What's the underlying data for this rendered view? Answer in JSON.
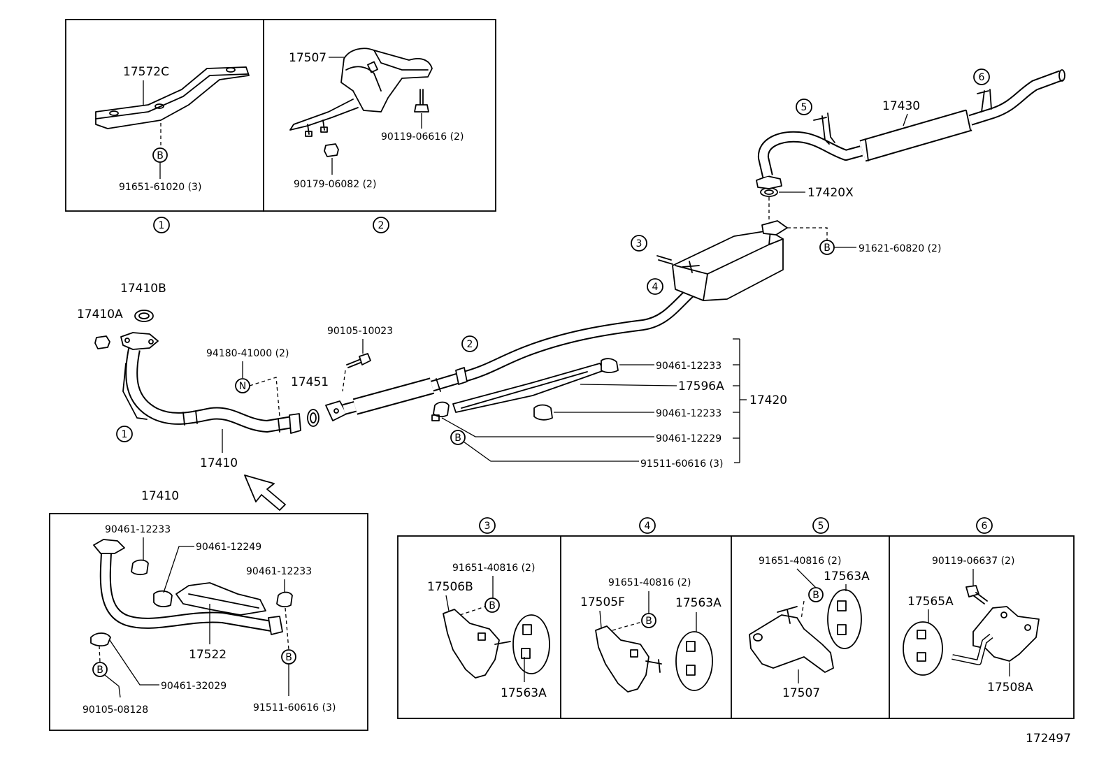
{
  "inset_1": {
    "index": "1",
    "part": "17572C",
    "symbol": "B",
    "fastener": "91651-61020 (3)"
  },
  "inset_2": {
    "index": "2",
    "part": "17507",
    "bolt": "90119-06616 (2)",
    "nut": "90179-06082 (2)"
  },
  "front": {
    "gasket": "17410B",
    "nut": "17410A",
    "bolt": "90105-10023",
    "spring": "94180-41000 (2)",
    "spring_symbol": "N",
    "gasket_2": "17451",
    "pipe": "17410",
    "index_1": "1",
    "index_2": "2"
  },
  "center": {
    "assembly": "17420",
    "clamp_a": "90461-12233",
    "shield": "17596A",
    "clamp_b": "90461-12233",
    "clamp_c": "90461-12229",
    "screw_symbol": "B",
    "screw": "91511-60616 (3)",
    "index_3": "3",
    "index_4": "4"
  },
  "tail": {
    "pipe": "17430",
    "gasket": "17420X",
    "bolt_symbol": "B",
    "bolt": "91621-60820 (2)",
    "index_5": "5",
    "index_6": "6"
  },
  "detail_17410": {
    "title": "17410",
    "clamp_1": "90461-12233",
    "clamp_2": "90461-12249",
    "clamp_3": "90461-12233",
    "shield": "17522",
    "symbol_left": "B",
    "clamp_4": "90461-32029",
    "bolt_left": "90105-08128",
    "symbol_right": "B",
    "screw_right": "91511-60616 (3)"
  },
  "hangers": [
    {
      "index": "3",
      "fastener": "91651-40816 (2)",
      "bracket": "17506B",
      "symbol": "B",
      "mount": "17563A"
    },
    {
      "index": "4",
      "fastener": "91651-40816 (2)",
      "bracket": "17505F",
      "symbol": "B",
      "mount": "17563A"
    },
    {
      "index": "5",
      "fastener": "91651-40816 (2)",
      "mount": "17563A",
      "symbol": "B",
      "bracket": "17507"
    },
    {
      "index": "6",
      "fastener": "90119-06637 (2)",
      "mount": "17565A",
      "bracket": "17508A"
    }
  ],
  "figure_number": "172497"
}
